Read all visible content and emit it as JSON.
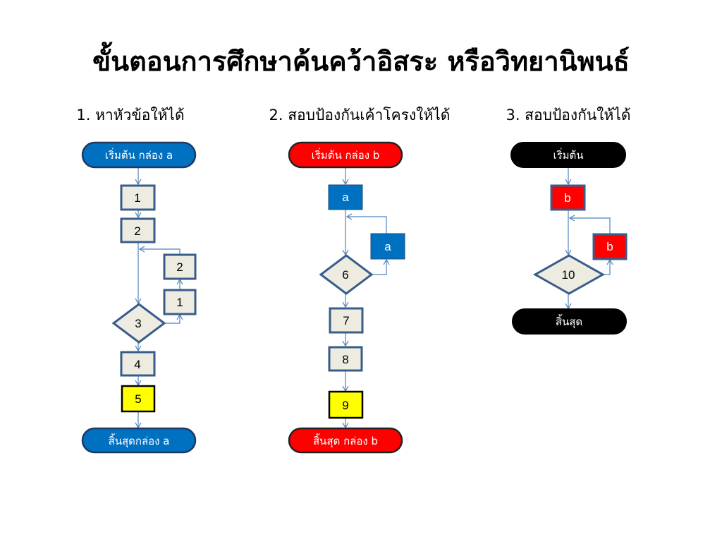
{
  "title": "ขั้นตอนการศึกษาค้นคว้าอิสระ หรือวิทยานิพนธ์",
  "colors": {
    "blue": "#0070c0",
    "red": "#ff0000",
    "black": "#000000",
    "yellow": "#ffff00",
    "gray": "#eeece1",
    "connector": "#4f81bd"
  },
  "flows": [
    {
      "heading": "1. หาหัวข้อให้ได้",
      "start": "เริ่มต้น กล่อง a",
      "end": "สิ้นสุดกล่อง a",
      "nodes": {
        "n1": "1",
        "n2": "2",
        "loop2": "2",
        "loop1": "1",
        "decision": "3",
        "n4": "4",
        "n5": "5"
      }
    },
    {
      "heading": "2. สอบป้องกันเค้าโครงให้ได้",
      "start": "เริ่มต้น กล่อง b",
      "end": "สิ้นสุด กล่อง b",
      "nodes": {
        "a1": "a",
        "loopa": "a",
        "decision": "6",
        "n7": "7",
        "n8": "8",
        "n9": "9"
      }
    },
    {
      "heading": "3. สอบป้องกันให้ได้",
      "start": "เริ่มต้น",
      "end": "สิ้นสุด",
      "nodes": {
        "b1": "b",
        "loopb": "b",
        "decision": "10"
      }
    }
  ]
}
